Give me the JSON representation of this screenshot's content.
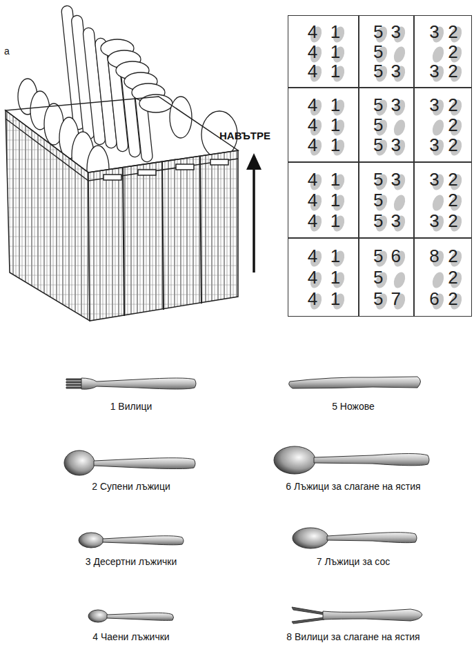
{
  "diagram": {
    "nodes": [
      {
        "text": [
          "4",
          "1",
          "4",
          "1",
          "4",
          "1"
        ]
      },
      {
        "text": [
          "5",
          "3",
          "5",
          "5",
          "3"
        ]
      },
      {
        "text": [
          "3",
          "2",
          "2",
          "3",
          "2"
        ]
      },
      {
        "text": [
          "4",
          "1",
          "4",
          "1",
          "4",
          "1"
        ]
      },
      {
        "text": [
          "5",
          "3",
          "5",
          "5",
          "3"
        ]
      },
      {
        "text": [
          "3",
          "2",
          "2",
          "3",
          "2"
        ]
      },
      {
        "text": [
          "4",
          "1",
          "4",
          "1",
          "4",
          "1"
        ]
      },
      {
        "text": [
          "5",
          "3",
          "5",
          "5",
          "3"
        ]
      },
      {
        "text": [
          "3",
          "2",
          "2",
          "3",
          "2"
        ]
      },
      {
        "text": [
          "4",
          "1",
          "4",
          "1",
          "4",
          "1"
        ]
      },
      {
        "text": [
          "5",
          "6",
          "5",
          "5",
          "7"
        ]
      },
      {
        "text": [
          "8",
          "2",
          "2",
          "6",
          "2"
        ]
      }
    ],
    "labels": [
      "а",
      "НАВЪТРЕ",
      "1 Вилици",
      "5 Ножове",
      "2 Супени лъжици",
      "6 Лъжици за слагане на ястия",
      "3 Десертни лъжички",
      "7 Лъжици за сос",
      "4 Чаени лъжички",
      "8 Вилици за слагане на ястия"
    ]
  }
}
